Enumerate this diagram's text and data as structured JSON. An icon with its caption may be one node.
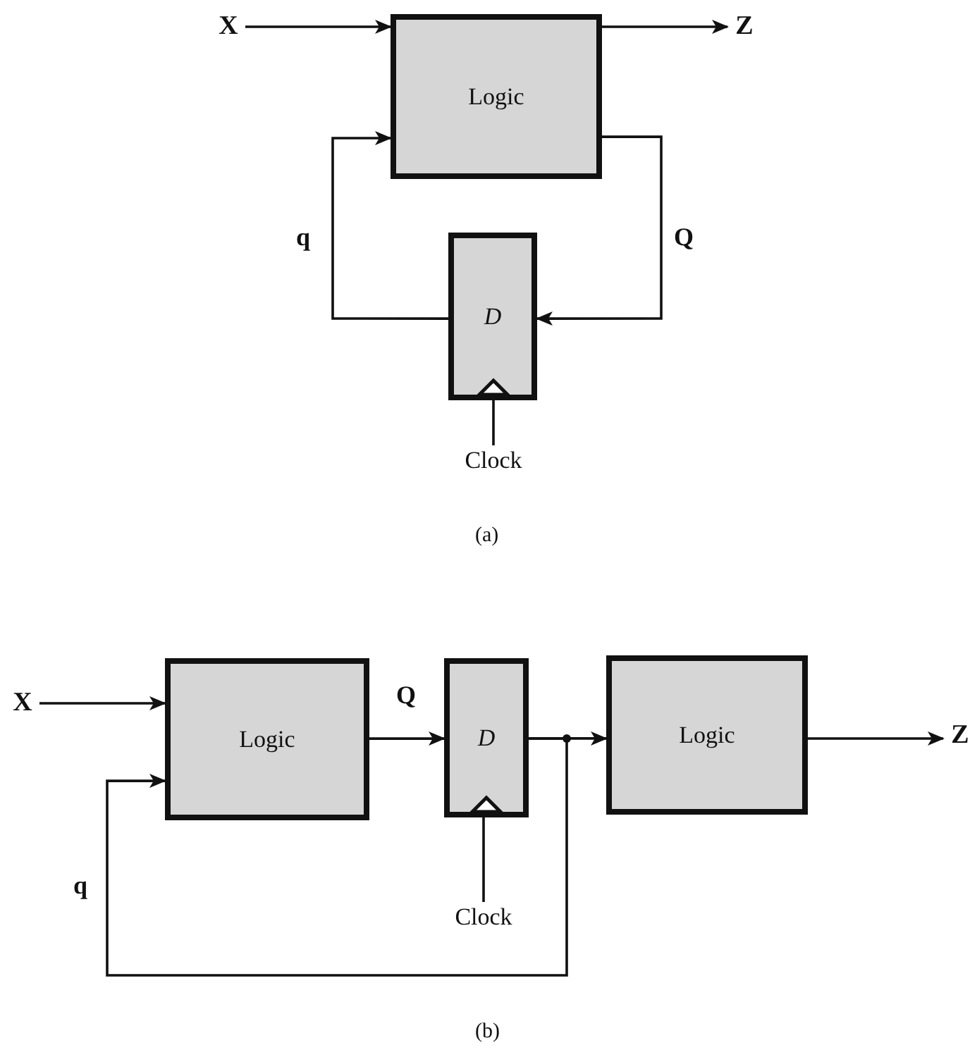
{
  "diagram": {
    "nodes": [
      {
        "text": [
          "X"
        ]
      },
      {
        "text": [
          "Logic"
        ]
      },
      {
        "text": [
          "Z"
        ]
      },
      {
        "text": [
          "D"
        ]
      },
      {
        "text": [
          "Clock"
        ]
      },
      {
        "text": [
          "X"
        ]
      },
      {
        "text": [
          "Logic"
        ]
      },
      {
        "text": [
          "D"
        ]
      },
      {
        "text": [
          "Logic"
        ]
      },
      {
        "text": [
          "Z"
        ]
      },
      {
        "text": [
          "Clock"
        ]
      }
    ],
    "edges": [
      {
        "from": 0,
        "to": 1,
        "arrow": "to"
      },
      {
        "from": 1,
        "to": 2,
        "arrow": "to"
      },
      {
        "from": 1,
        "to": 3,
        "arrow": "to",
        "label": "Q"
      },
      {
        "from": 3,
        "to": 1,
        "arrow": "to",
        "label": "q"
      },
      {
        "from": 4,
        "to": 3,
        "arrow": "none"
      },
      {
        "from": 5,
        "to": 6,
        "arrow": "to"
      },
      {
        "from": 6,
        "to": 7,
        "arrow": "to",
        "label": "Q"
      },
      {
        "from": 7,
        "to": 8,
        "arrow": "to"
      },
      {
        "from": 8,
        "to": 9,
        "arrow": "to"
      },
      {
        "from": 7,
        "to": 6,
        "arrow": "to",
        "label": "q"
      },
      {
        "from": 10,
        "to": 7,
        "arrow": "none"
      }
    ],
    "labels": [
      "(a)",
      "(b)"
    ]
  }
}
